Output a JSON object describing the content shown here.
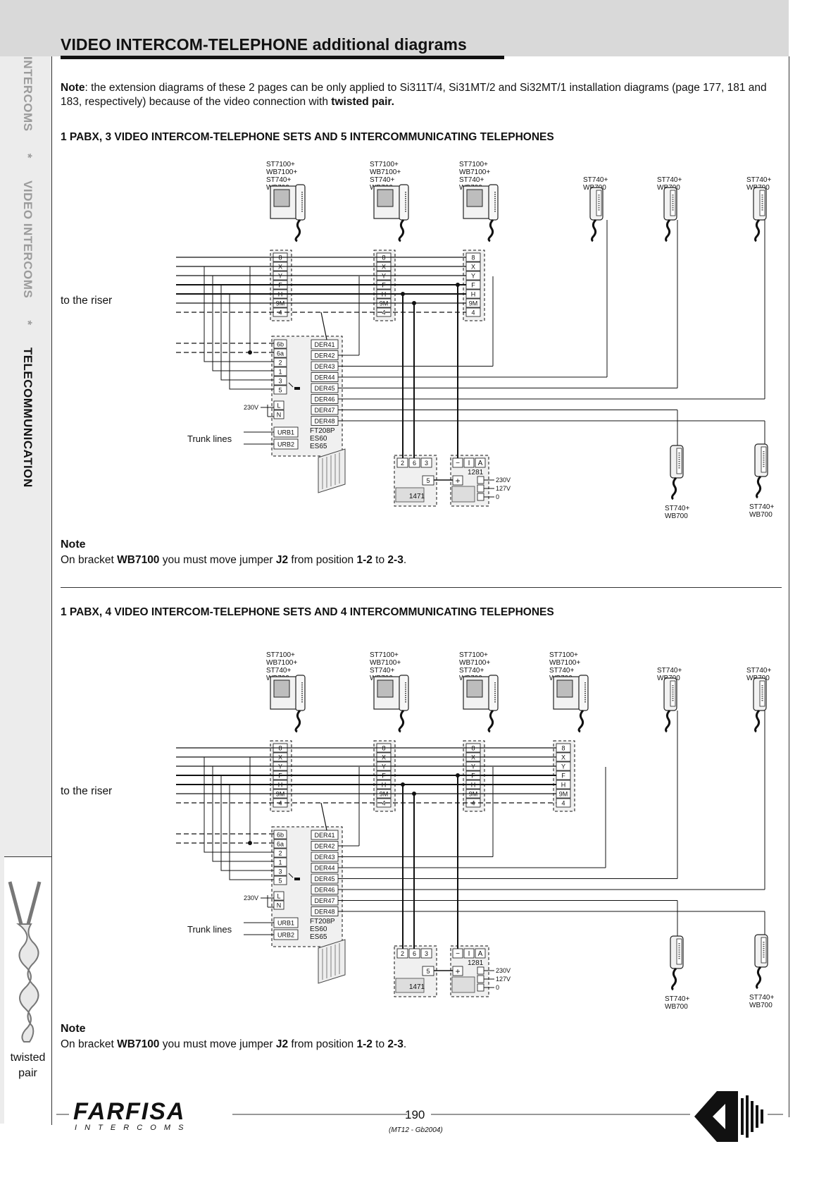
{
  "page": {
    "title": "VIDEO INTERCOM-TELEPHONE additional diagrams",
    "side_tabs": [
      "INTERCOMS",
      "*",
      "VIDEO INTERCOMS",
      "*",
      "TELECOMMUNICATION"
    ],
    "twisted_label_1": "twisted",
    "twisted_label_2": "pair",
    "intro_note": {
      "label": "Note",
      "text_1": ": the extension diagrams of these 2 pages can be only applied to Si311T/4, Si31MT/2 and Si32MT/1 installation diagrams (page 177, 181 and 183, respectively) because of the video connection with ",
      "bold": "twisted pair."
    },
    "page_number": "190",
    "doc_code": "(MT12  -  Gb2004)",
    "brand": {
      "name": "FARFISA",
      "tagline": "I N T E R C O M S"
    }
  },
  "diagram1": {
    "heading": "1 PABX, 3 VIDEO INTERCOM-TELEPHONE SETS AND 5 INTERCOMMUNICATING TELEPHONES",
    "riser_label": "to the riser",
    "video_set_label": [
      "ST7100+",
      "WB7100+",
      "ST740+",
      "WB700"
    ],
    "phone_label": [
      "ST740+",
      "WB700"
    ],
    "terminals": [
      "8",
      "X",
      "Y",
      "F",
      "H",
      "9M",
      "4"
    ],
    "pabx_inputs": [
      "6b",
      "6a",
      "2",
      "1",
      "3",
      "5"
    ],
    "pabx_power": [
      "L",
      "N"
    ],
    "pabx_outputs": [
      "DER41",
      "DER42",
      "DER43",
      "DER44",
      "DER45",
      "DER46",
      "DER47",
      "DER48"
    ],
    "urb": [
      "URB1",
      "URB2"
    ],
    "pabx_models": [
      "FT208P",
      "ES60",
      "ES65"
    ],
    "voltage_230": "230V",
    "trunk_lines": "Trunk lines",
    "module_1471_terms": [
      "2",
      "6",
      "3"
    ],
    "module_1471_five": "5",
    "module_1471_name": "1471",
    "module_1281_terms": [
      "−",
      "I",
      "A"
    ],
    "module_1281_plus": "+",
    "module_1281_name": "1281",
    "psu_outputs": [
      "230V",
      "127V",
      "0"
    ],
    "note_title": "Note",
    "note_text": {
      "a": "On bracket ",
      "b": "WB7100",
      "c": " you must move jumper ",
      "d": "J2",
      "e": " from position ",
      "f": "1-2",
      "g": " to ",
      "h": "2-3",
      "i": "."
    }
  },
  "diagram2": {
    "heading": "1 PABX, 4 VIDEO INTERCOM-TELEPHONE SETS AND 4 INTERCOMMUNICATING TELEPHONES",
    "riser_label": "to the riser",
    "trunk_lines": "Trunk lines",
    "note_title": "Note",
    "note_text": {
      "a": "On bracket ",
      "b": "WB7100",
      "c": " you must move jumper ",
      "d": "J2",
      "e": " from position ",
      "f": "1-2",
      "g": " to ",
      "h": "2-3",
      "i": "."
    }
  }
}
